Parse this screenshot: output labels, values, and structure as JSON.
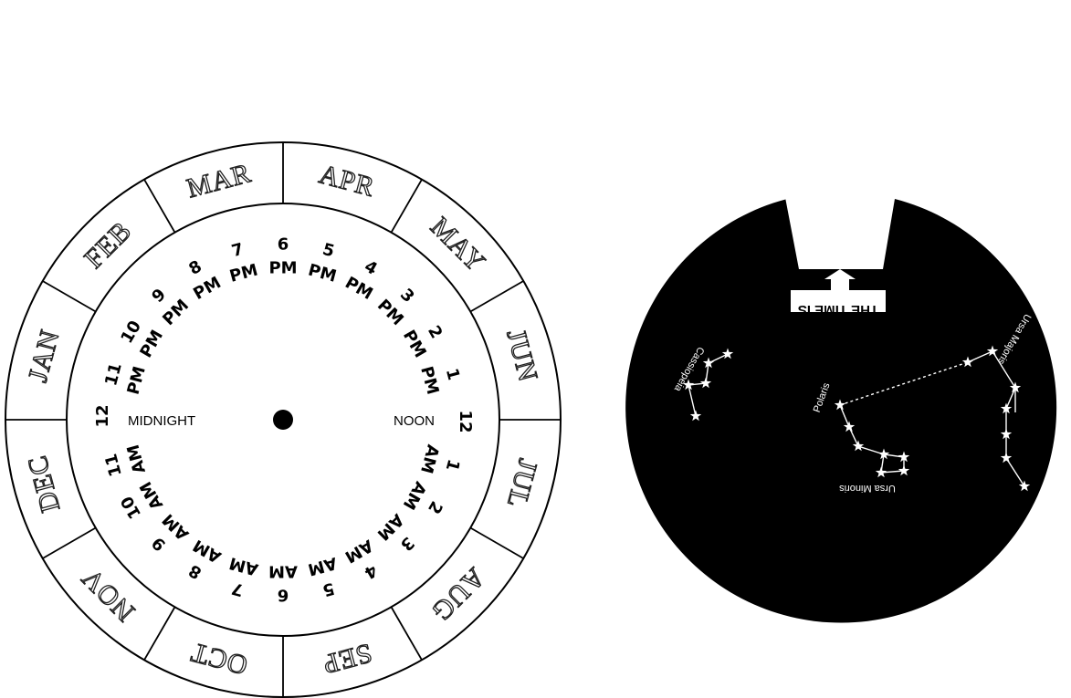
{
  "months": [
    "MAR",
    "APR",
    "MAY",
    "JUN",
    "JUL",
    "AUG",
    "SEP",
    "OCT",
    "NOV",
    "DEC",
    "JAN",
    "FEB"
  ],
  "hours_pm": [
    {
      "n": "1",
      "s": "PM"
    },
    {
      "n": "2",
      "s": "PM"
    },
    {
      "n": "3",
      "s": "PM"
    },
    {
      "n": "4",
      "s": "PM"
    },
    {
      "n": "5",
      "s": "PM"
    },
    {
      "n": "6",
      "s": "PM"
    },
    {
      "n": "7",
      "s": "PM"
    },
    {
      "n": "8",
      "s": "PM"
    },
    {
      "n": "9",
      "s": "PM"
    },
    {
      "n": "10",
      "s": "PM"
    },
    {
      "n": "11",
      "s": "PM"
    }
  ],
  "hours_am": [
    {
      "n": "1",
      "s": "AM"
    },
    {
      "n": "2",
      "s": "AM"
    },
    {
      "n": "3",
      "s": "AM"
    },
    {
      "n": "4",
      "s": "AM"
    },
    {
      "n": "5",
      "s": "AM"
    },
    {
      "n": "6",
      "s": "AM"
    },
    {
      "n": "7",
      "s": "AM"
    },
    {
      "n": "8",
      "s": "AM"
    },
    {
      "n": "9",
      "s": "AM"
    },
    {
      "n": "10",
      "s": "AM"
    },
    {
      "n": "11",
      "s": "AM"
    }
  ],
  "noon": {
    "hour": "12",
    "label": "NOON"
  },
  "midnight": {
    "hour": "12",
    "label": "MIDNIGHT"
  },
  "window_label": "THE TIME IS",
  "constellations": [
    "Cassiopeia",
    "Polaris",
    "Ursa Minoris",
    "Ursa Majoris"
  ],
  "colors": {
    "ink": "#000000",
    "paper": "#ffffff"
  }
}
